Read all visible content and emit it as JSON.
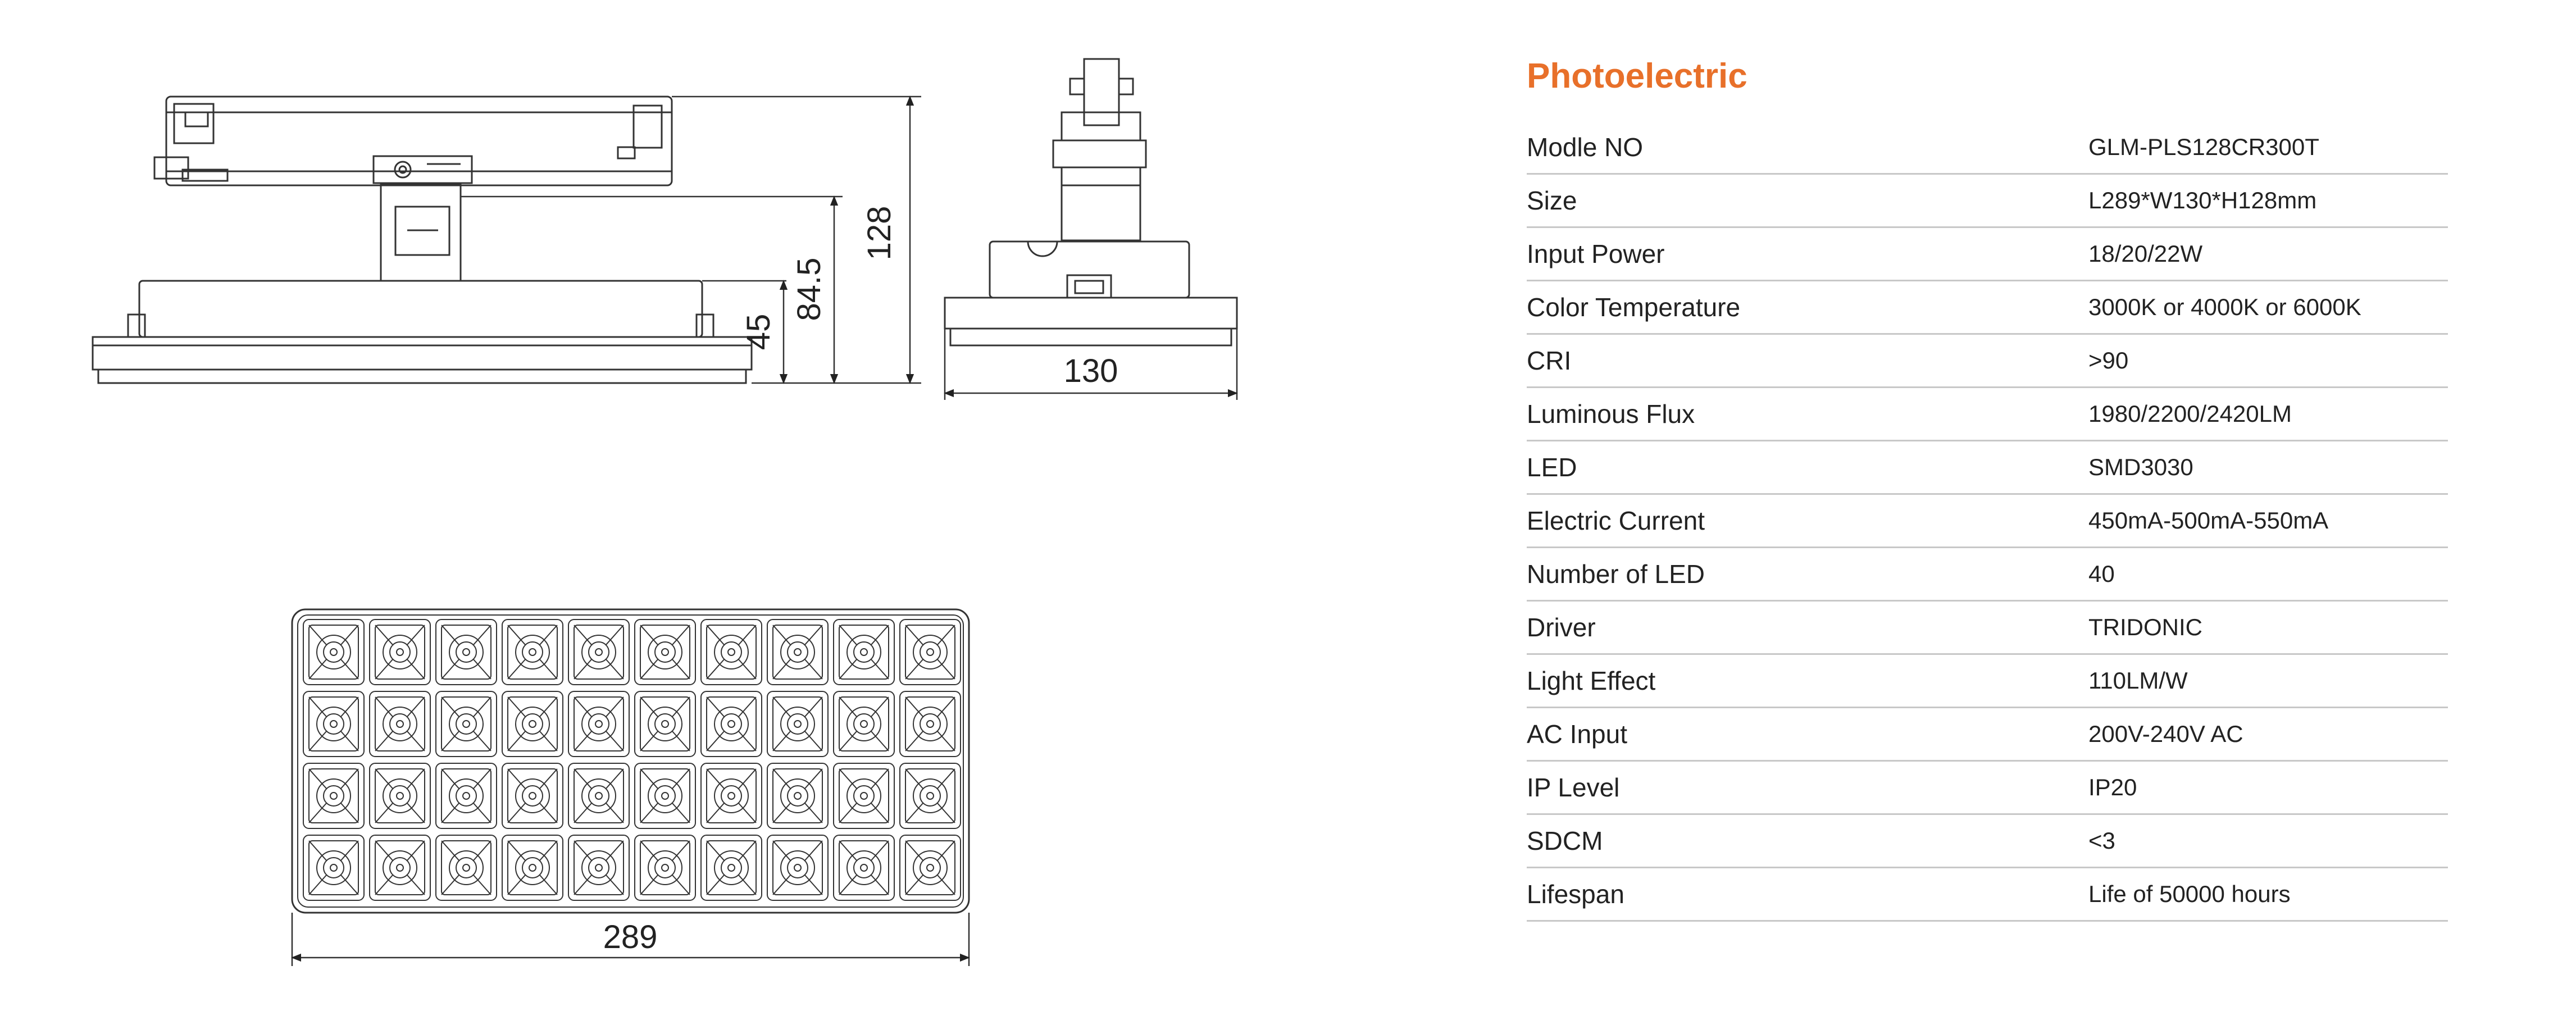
{
  "dimensions": {
    "total_height": "128",
    "lamp_height": "84.5",
    "body_height": "45",
    "width": "130",
    "length": "289"
  },
  "led_grid": {
    "rows": 4,
    "cols": 10
  },
  "spec": {
    "title": "Photoelectric",
    "accent_color": "#e8702a",
    "rows": [
      {
        "label": "Modle NO",
        "value": "GLM-PLS128CR300T"
      },
      {
        "label": "Size",
        "value": "L289*W130*H128mm"
      },
      {
        "label": "Input Power",
        "value": "18/20/22W"
      },
      {
        "label": "Color Temperature",
        "value": "3000K or 4000K or 6000K"
      },
      {
        "label": "CRI",
        "value": ">90"
      },
      {
        "label": "Luminous Flux",
        "value": "1980/2200/2420LM"
      },
      {
        "label": "LED",
        "value": "SMD3030"
      },
      {
        "label": "Electric Current",
        "value": "450mA-500mA-550mA"
      },
      {
        "label": "Number of LED",
        "value": "40"
      },
      {
        "label": "Driver",
        "value": "TRIDONIC"
      },
      {
        "label": "Light Effect",
        "value": "110LM/W"
      },
      {
        "label": "AC Input",
        "value": "200V-240V AC"
      },
      {
        "label": "IP Level",
        "value": "IP20"
      },
      {
        "label": "SDCM",
        "value": "<3"
      },
      {
        "label": "Lifespan",
        "value": "Life of 50000 hours"
      }
    ]
  }
}
